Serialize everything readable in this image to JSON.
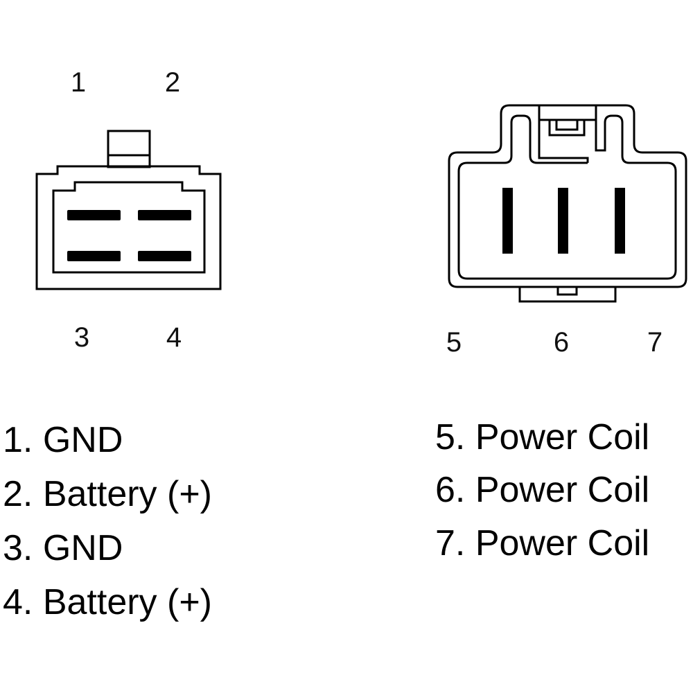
{
  "connector_left": {
    "pin_numbers": [
      "1",
      "2",
      "3",
      "4"
    ]
  },
  "connector_right": {
    "pin_numbers": [
      "5",
      "6",
      "7"
    ]
  },
  "legend_left": [
    "1. GND",
    "2. Battery (+)",
    "3. GND",
    "4. Battery (+)"
  ],
  "legend_right": [
    "5. Power Coil",
    "6. Power Coil",
    "7. Power Coil"
  ]
}
